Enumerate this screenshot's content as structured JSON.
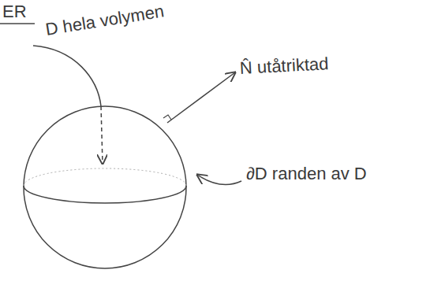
{
  "diagram": {
    "labels": [
      "ER",
      "D hela volymen",
      "N̂ utåtriktad",
      "∂D randen av D"
    ]
  }
}
